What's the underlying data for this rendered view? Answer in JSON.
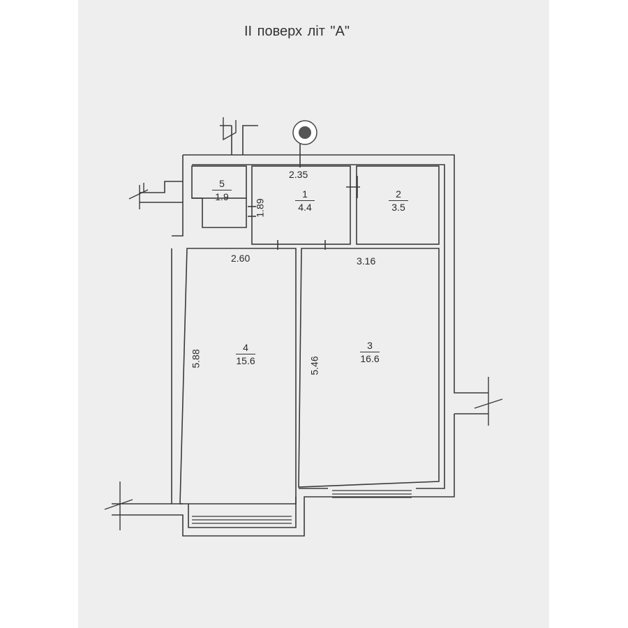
{
  "title": "II поверх  літ \"А\"",
  "rooms": [
    {
      "number": "1",
      "area": "4.4"
    },
    {
      "number": "2",
      "area": "3.5"
    },
    {
      "number": "3",
      "area": "16.6"
    },
    {
      "number": "4",
      "area": "15.6"
    },
    {
      "number": "5",
      "area": "1.9"
    }
  ],
  "dimensions": {
    "room1_width": "2.35",
    "room1_height": "1.89",
    "room4_width": "2.60",
    "room3_width": "3.16",
    "room4_length": "5.88",
    "room3_length": "5.46"
  },
  "colors": {
    "paper": "#edeeed",
    "line": "#3a3a3a",
    "marker": "#555555"
  }
}
